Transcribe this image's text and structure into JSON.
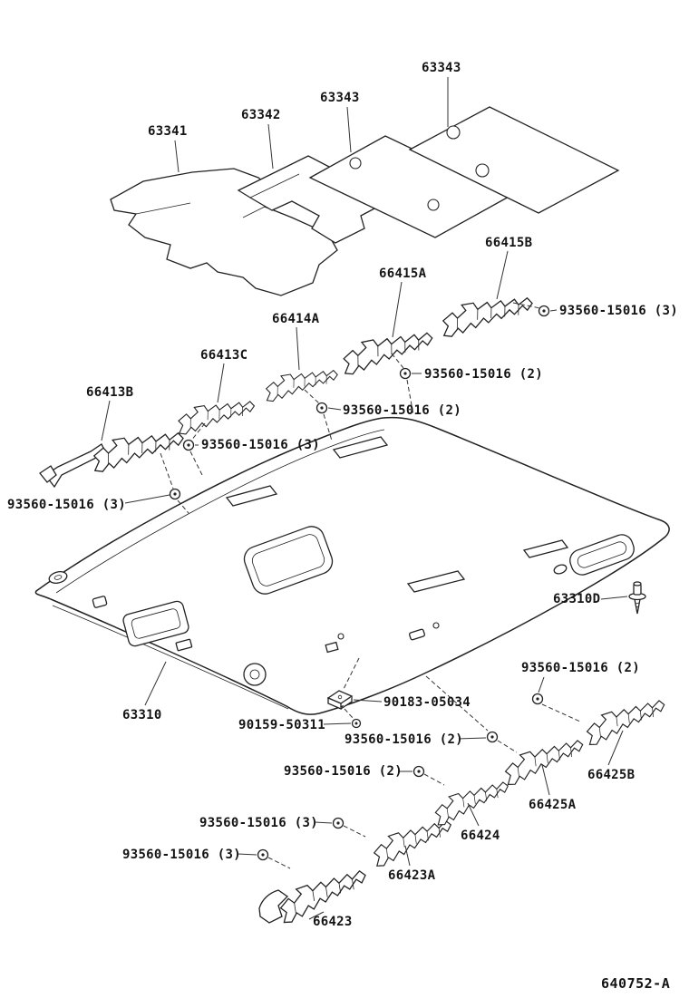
{
  "diagram_code": "640752-A",
  "colors": {
    "ink": "#1a1a1a",
    "background": "#ffffff"
  },
  "labels": [
    {
      "text": "63343"
    },
    {
      "text": "63343"
    },
    {
      "text": "63342"
    },
    {
      "text": "63341"
    },
    {
      "text": "66415B"
    },
    {
      "text": "93560-15016 (3)"
    },
    {
      "text": "66415A"
    },
    {
      "text": "66414A"
    },
    {
      "text": "93560-15016 (2)"
    },
    {
      "text": "66413C"
    },
    {
      "text": "93560-15016 (2)"
    },
    {
      "text": "66413B"
    },
    {
      "text": "93560-15016 (3)"
    },
    {
      "text": "93560-15016 (3)"
    },
    {
      "text": "63310D"
    },
    {
      "text": "93560-15016 (2)"
    },
    {
      "text": "90183-05034"
    },
    {
      "text": "63310"
    },
    {
      "text": "90159-50311"
    },
    {
      "text": "93560-15016 (2)"
    },
    {
      "text": "93560-15016 (2)"
    },
    {
      "text": "66425B"
    },
    {
      "text": "66425A"
    },
    {
      "text": "66424"
    },
    {
      "text": "93560-15016 (3)"
    },
    {
      "text": "66423A"
    },
    {
      "text": "93560-15016 (3)"
    },
    {
      "text": "66423"
    }
  ]
}
